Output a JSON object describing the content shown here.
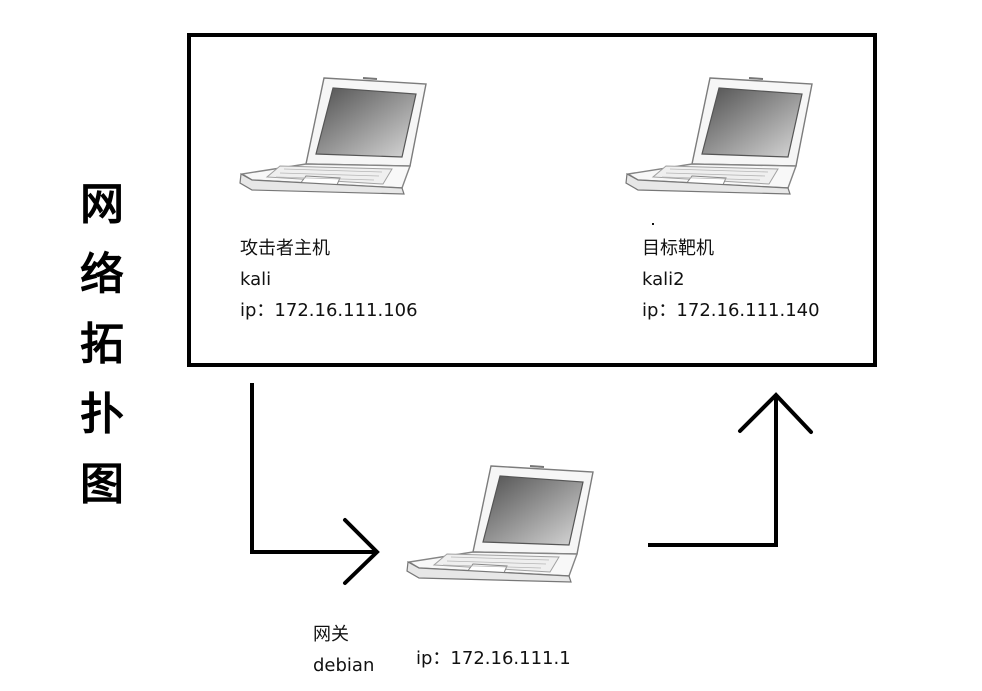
{
  "title": {
    "chars": [
      "网",
      "络",
      "拓",
      "扑",
      "图"
    ]
  },
  "nodes": {
    "attacker": {
      "role": "攻击者主机",
      "name": "kali",
      "ip": "ip：172.16.111.106"
    },
    "target": {
      "role": "目标靶机",
      "name": "kali2",
      "ip": "ip：172.16.111.140"
    },
    "gateway": {
      "role": "网关",
      "name": "debian",
      "ip": "ip：172.16.111.1"
    }
  },
  "icons": {
    "laptop": "laptop-icon",
    "arrow": "arrow-icon"
  },
  "colors": {
    "line": "#000000",
    "screen_dark": "#6f6f6f",
    "screen_light": "#d6d6d6",
    "laptop_body": "#f7f7f7",
    "laptop_edge": "#8a8a8a"
  }
}
